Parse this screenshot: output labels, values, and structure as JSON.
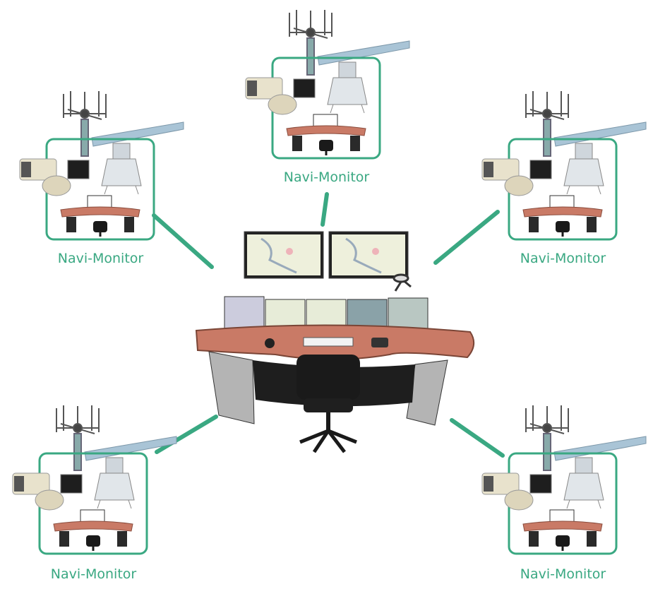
{
  "diagram": {
    "node_label": "Navi-Monitor",
    "colors": {
      "frame": "#3aa882",
      "connector": "#3aa882",
      "label": "#3aa882",
      "desk_top": "#c97a66",
      "desk_body": "#2a2a2a",
      "radar": "#a9c4d6",
      "camera": "#e8e2cc"
    },
    "nodes": [
      {
        "id": "top",
        "label": "Navi-Monitor"
      },
      {
        "id": "upper-left",
        "label": "Navi-Monitor"
      },
      {
        "id": "upper-right",
        "label": "Navi-Monitor"
      },
      {
        "id": "lower-left",
        "label": "Navi-Monitor"
      },
      {
        "id": "lower-right",
        "label": "Navi-Monitor"
      }
    ],
    "center": {
      "name": "central-operator-console"
    }
  }
}
